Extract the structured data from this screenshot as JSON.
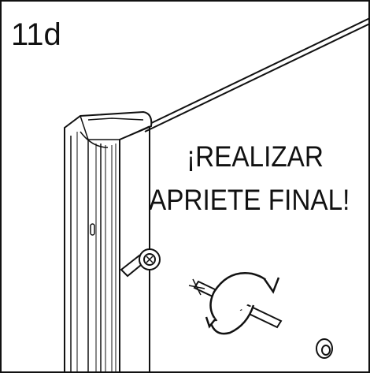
{
  "step": {
    "number": "11d"
  },
  "instruction": {
    "line1": "¡REALIZAR",
    "line2": "APRIETE FINAL!"
  },
  "icons": [
    "door-profile",
    "hinge-pin-icon",
    "screwdriver-icon",
    "rotate-arrow-icon",
    "cap-icon"
  ]
}
